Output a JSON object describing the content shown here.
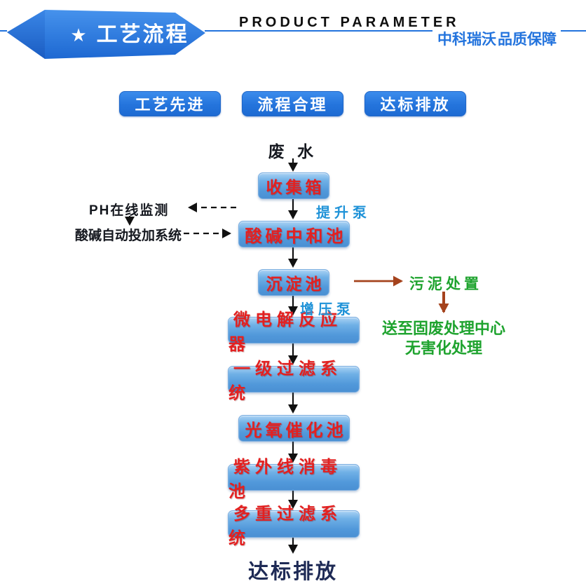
{
  "header": {
    "star": "★",
    "banner_title": "工艺流程",
    "subtitle_en": "PRODUCT  PARAMETER",
    "brand": "中科瑞沃",
    "tagline": "品质保障"
  },
  "feature_buttons": [
    {
      "label": "工艺先进"
    },
    {
      "label": "流程合理"
    },
    {
      "label": "达标排放"
    }
  ],
  "flowchart": {
    "source": "废 水",
    "steps": [
      {
        "label": "收集箱"
      },
      {
        "label": "酸碱中和池"
      },
      {
        "label": "沉淀池"
      },
      {
        "label": "微电解反应器"
      },
      {
        "label": "一级过滤系统"
      },
      {
        "label": "光氧催化池"
      },
      {
        "label": "紫外线消毒池"
      },
      {
        "label": "多重过滤系统"
      }
    ],
    "pumps": {
      "lift": "提升泵",
      "booster": "增压泵"
    },
    "monitoring": {
      "ph": "PH在线监测",
      "dosing": "酸碱自动投加系统"
    },
    "sludge": {
      "disposal": "污泥处置",
      "note_line1": "送至固废处理中心",
      "note_line2": "无害化处理"
    },
    "outcome": "达标排放"
  },
  "colors": {
    "accent": "#2273dd",
    "box_text": "#e32020",
    "pump_text": "#2093d8",
    "green_text": "#1ea32e",
    "brown_arrow": "#a5431d",
    "outcome_text": "#1e2a55"
  }
}
